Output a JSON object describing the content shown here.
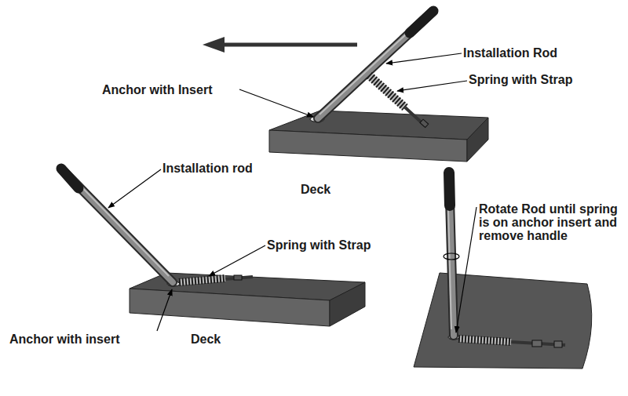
{
  "diagram": {
    "labels": [
      "Installation Rod",
      "Spring with Strap",
      "Anchor with Insert",
      "Installation rod",
      "Deck",
      "Spring with Strap",
      "Rotate Rod until spring is on anchor insert and remove handle",
      "Anchor with insert",
      "Deck"
    ]
  }
}
